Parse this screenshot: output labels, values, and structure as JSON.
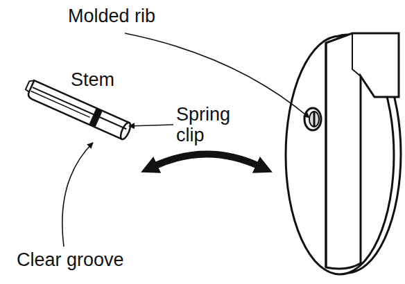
{
  "diagram": {
    "labels": [
      "Molded rib",
      "Stem",
      "Spring clip",
      "Clear groove"
    ]
  }
}
